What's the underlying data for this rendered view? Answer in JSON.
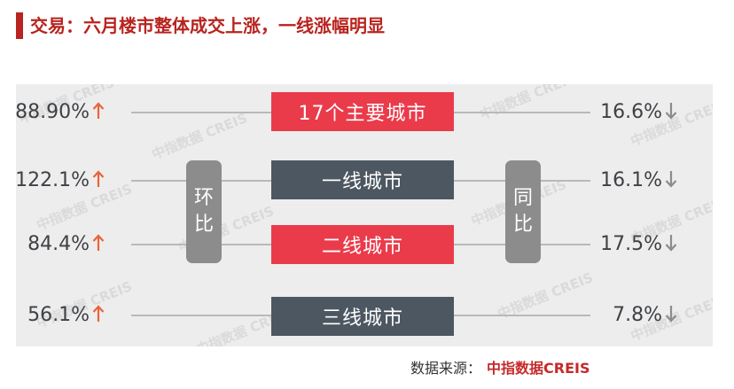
{
  "header": {
    "title": "交易：六月楼市整体成交上涨，一线涨幅明显"
  },
  "labels": {
    "mom": [
      "环",
      "比"
    ],
    "yoy": [
      "同",
      "比"
    ]
  },
  "rows": [
    {
      "city": "17个主要城市",
      "mom": "88.90%",
      "yoy": "16.6%"
    },
    {
      "city": "一线城市",
      "mom": "122.1%",
      "yoy": "16.1%"
    },
    {
      "city": "二线城市",
      "mom": "84.4%",
      "yoy": "17.5%"
    },
    {
      "city": "三线城市",
      "mom": "56.1%",
      "yoy": "7.8%"
    }
  ],
  "watermark": {
    "text": "中指数据 CREIS"
  },
  "footer": {
    "source_label": "数据来源：",
    "source_brand": "中指数据CREIS"
  },
  "colors": {
    "title": "#b8241f",
    "box_red": "#ea3b4b",
    "box_slate": "#4d5761",
    "pill": "#8c8c8c",
    "panel": "#ededed",
    "up_arrow": "#e8643a",
    "down_arrow": "#8c8c8c"
  },
  "icons": {
    "mom_direction": "arrow-up-icon",
    "yoy_direction": "arrow-down-icon"
  }
}
